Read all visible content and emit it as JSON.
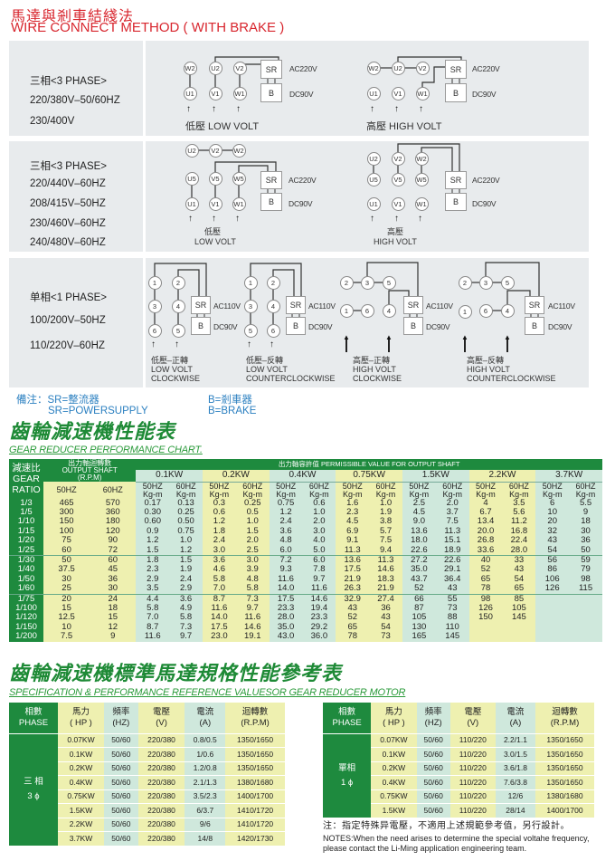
{
  "header": {
    "title_cn": "馬達與剎車結綫法",
    "title_en": "WIRE CONNECT METHOD ( WITH BRAKE )"
  },
  "sections": [
    {
      "labels": [
        "三相<3 PHASE>",
        "220/380V–50/60HZ",
        "230/400V"
      ]
    },
    {
      "labels": [
        "三相<3 PHASE>",
        "220/440V–60HZ",
        "208/415V–50HZ",
        "230/460V–60HZ",
        "240/480V–60HZ"
      ]
    },
    {
      "labels": [
        "单相<1 PHASE>",
        "100/200V–50HZ",
        "110/220V–60HZ"
      ]
    }
  ],
  "diagrams": [
    {
      "terminals": [
        "W2",
        "U2",
        "V2",
        "U1",
        "V1",
        "W1"
      ],
      "sr": "SR",
      "b": "B",
      "ac": "AC220V",
      "dc": "DC90V",
      "caption": [
        "低壓  LOW VOLT"
      ]
    },
    {
      "terminals": [
        "W2",
        "U2",
        "V2",
        "U1",
        "V1",
        "W1"
      ],
      "sr": "SR",
      "b": "B",
      "ac": "AC220V",
      "dc": "DC90V",
      "caption": [
        "高壓  HIGH VOLT"
      ]
    },
    {
      "terminals": [
        "U2",
        "V2",
        "W2",
        "U5",
        "V5",
        "W5",
        "U1",
        "V1",
        "W1"
      ],
      "sr": "SR",
      "b": "B",
      "ac": "AC220V",
      "dc": "DC90V",
      "caption": [
        "低壓",
        "LOW VOLT"
      ]
    },
    {
      "terminals": [
        "U2",
        "V2",
        "W2",
        "U5",
        "V5",
        "W5",
        "U1",
        "V1",
        "W1"
      ],
      "sr": "SR",
      "b": "B",
      "ac": "AC220V",
      "dc": "DC90V",
      "caption": [
        "高壓",
        "HIGH VOLT"
      ]
    },
    {
      "terminals": [
        "1",
        "3",
        "6",
        "2",
        "4",
        "5"
      ],
      "sr": "SR",
      "b": "B",
      "ac": "AC110V",
      "dc": "DC90V",
      "caption": [
        "低壓–正轉",
        "LOW VOLT",
        "CLOCKWISE"
      ]
    },
    {
      "terminals": [
        "1",
        "3",
        "5",
        "2",
        "4",
        "6"
      ],
      "sr": "SR",
      "b": "B",
      "ac": "AC110V",
      "dc": "DC90V",
      "caption": [
        "低壓–反轉",
        "LOW VOLT",
        "COUNTERCLOCKWISE"
      ]
    },
    {
      "terminals": [
        "2",
        "3",
        "5",
        "1",
        "6",
        "4"
      ],
      "sr": "SR",
      "b": "B",
      "ac": "AC110V",
      "dc": "DC90V",
      "caption": [
        "高壓–正轉",
        "HIGH VOLT",
        "CLOCKWISE"
      ]
    },
    {
      "terminals": [
        "2",
        "3",
        "5",
        "1",
        "6",
        "4"
      ],
      "sr": "SR",
      "b": "B",
      "ac": "AC110V",
      "dc": "DC90V",
      "caption": [
        "高壓–反轉",
        "HIGH VOLT",
        "COUNTERCLOCKWISE"
      ]
    }
  ],
  "notes": {
    "line1_a": "備注：SR=整流器",
    "line1_b": "B=剎車器",
    "line2_a": "SR=POWERSUPPLY",
    "line2_b": "B=BRAKE"
  },
  "perf": {
    "title_cn": "齒輪減速機性能表",
    "title_en": "GEAR REDUCER PERFORMANCE CHART.",
    "ratio_header": [
      "減速比",
      "GEAR",
      "RATIO"
    ],
    "rpm_header": [
      "出力軸迴轉數",
      "OUTPUT SHAFT",
      "(R.P.M)"
    ],
    "perm_header": "出力軸容許值 PERMISSIBLE VALUE FOR OUTPUT SHAFT",
    "powers": [
      "0.1KW",
      "0.2KW",
      "0.4KW",
      "0.75KW",
      "1.5KW",
      "2.2KW",
      "3.7KW"
    ],
    "hz": [
      "50HZ",
      "60HZ"
    ],
    "unit": "Kg-m",
    "rows": [
      [
        "1/3",
        "465",
        "570",
        "0.17",
        "0.13",
        "0.3",
        "0.25",
        "0.75",
        "0.6",
        "1.6",
        "1.0",
        "2.5",
        "2.0",
        "4",
        "3.5",
        "6",
        "5.5"
      ],
      [
        "1/5",
        "300",
        "360",
        "0.30",
        "0.25",
        "0.6",
        "0.5",
        "1.2",
        "1.0",
        "2.3",
        "1.9",
        "4.5",
        "3.7",
        "6.7",
        "5.6",
        "10",
        "9"
      ],
      [
        "1/10",
        "150",
        "180",
        "0.60",
        "0.50",
        "1.2",
        "1.0",
        "2.4",
        "2.0",
        "4.5",
        "3.8",
        "9.0",
        "7.5",
        "13.4",
        "11.2",
        "20",
        "18"
      ],
      [
        "1/15",
        "100",
        "120",
        "0.9",
        "0.75",
        "1.8",
        "1.5",
        "3.6",
        "3.0",
        "6.9",
        "5.7",
        "13.6",
        "11.3",
        "20.0",
        "16.8",
        "32",
        "30"
      ],
      [
        "1/20",
        "75",
        "90",
        "1.2",
        "1.0",
        "2.4",
        "2.0",
        "4.8",
        "4.0",
        "9.1",
        "7.5",
        "18.0",
        "15.1",
        "26.8",
        "22.4",
        "43",
        "36"
      ],
      [
        "1/25",
        "60",
        "72",
        "1.5",
        "1.2",
        "3.0",
        "2.5",
        "6.0",
        "5.0",
        "11.3",
        "9.4",
        "22.6",
        "18.9",
        "33.6",
        "28.0",
        "54",
        "50"
      ],
      [
        "1/30",
        "50",
        "60",
        "1.8",
        "1.5",
        "3.6",
        "3.0",
        "7.2",
        "6.0",
        "13.6",
        "11.3",
        "27.2",
        "22.6",
        "40",
        "33",
        "56",
        "59"
      ],
      [
        "1/40",
        "37.5",
        "45",
        "2.3",
        "1.9",
        "4.6",
        "3.9",
        "9.3",
        "7.8",
        "17.5",
        "14.6",
        "35.0",
        "29.1",
        "52",
        "43",
        "86",
        "79"
      ],
      [
        "1/50",
        "30",
        "36",
        "2.9",
        "2.4",
        "5.8",
        "4.8",
        "11.6",
        "9.7",
        "21.9",
        "18.3",
        "43.7",
        "36.4",
        "65",
        "54",
        "106",
        "98"
      ],
      [
        "1/60",
        "25",
        "30",
        "3.5",
        "2.9",
        "7.0",
        "5.8",
        "14.0",
        "11.6",
        "26.3",
        "21.9",
        "52",
        "43",
        "78",
        "65",
        "126",
        "115"
      ],
      [
        "1/75",
        "20",
        "24",
        "4.4",
        "3.6",
        "8.7",
        "7.3",
        "17.5",
        "14.6",
        "32.9",
        "27.4",
        "66",
        "55",
        "98",
        "85",
        "",
        ""
      ],
      [
        "1/100",
        "15",
        "18",
        "5.8",
        "4.9",
        "11.6",
        "9.7",
        "23.3",
        "19.4",
        "43",
        "36",
        "87",
        "73",
        "126",
        "105",
        "",
        ""
      ],
      [
        "1/120",
        "12.5",
        "15",
        "7.0",
        "5.8",
        "14.0",
        "11.6",
        "28.0",
        "23.3",
        "52",
        "43",
        "105",
        "88",
        "150",
        "145",
        "",
        ""
      ],
      [
        "1/150",
        "10",
        "12",
        "8.7",
        "7.3",
        "17.5",
        "14.6",
        "35.0",
        "29.2",
        "65",
        "54",
        "130",
        "110",
        "",
        "",
        "",
        ""
      ],
      [
        "1/200",
        "7.5",
        "9",
        "11.6",
        "9.7",
        "23.0",
        "19.1",
        "43.0",
        "36.0",
        "78",
        "73",
        "165",
        "145",
        "",
        "",
        "",
        ""
      ]
    ]
  },
  "spec": {
    "title_cn": "齒輪減速機標準馬達規格性能參考表",
    "title_en": "SPECIFICATION & PERFORMANCE REFERENCE VALUESOR GEAR REDUCER MOTOR",
    "headers": [
      [
        "相數",
        "PHASE"
      ],
      [
        "馬力",
        "( HP )"
      ],
      [
        "頻率",
        "(HZ)"
      ],
      [
        "電壓",
        "(V)"
      ],
      [
        "電流",
        "(A)"
      ],
      [
        "迴轉數",
        "(R.P.M)"
      ]
    ],
    "three_phase": {
      "phase": [
        "三 相",
        "3 ϕ"
      ],
      "rows": [
        [
          "0.07KW",
          "50/60",
          "220/380",
          "0.8/0.5",
          "1350/1650"
        ],
        [
          "0.1KW",
          "50/60",
          "220/380",
          "1/0.6",
          "1350/1650"
        ],
        [
          "0.2KW",
          "50/60",
          "220/380",
          "1.2/0.8",
          "1350/1650"
        ],
        [
          "0.4KW",
          "50/60",
          "220/380",
          "2.1/1.3",
          "1380/1680"
        ],
        [
          "0.75KW",
          "50/60",
          "220/380",
          "3.5/2.3",
          "1400/1700"
        ],
        [
          "1.5KW",
          "50/60",
          "220/380",
          "6/3.7",
          "1410/1720"
        ],
        [
          "2.2KW",
          "50/60",
          "220/380",
          "9/6",
          "1410/1720"
        ],
        [
          "3.7KW",
          "50/60",
          "220/380",
          "14/8",
          "1420/1730"
        ]
      ]
    },
    "single_phase": {
      "phase": [
        "單相",
        "1 ϕ"
      ],
      "rows": [
        [
          "0.07KW",
          "50/60",
          "110/220",
          "2.2/1.1",
          "1350/1650"
        ],
        [
          "0.1KW",
          "50/60",
          "110/220",
          "3.0/1.5",
          "1350/1650"
        ],
        [
          "0.2KW",
          "50/60",
          "110/220",
          "3.6/1.8",
          "1350/1650"
        ],
        [
          "0.4KW",
          "50/60",
          "110/220",
          "7.6/3.8",
          "1350/1650"
        ],
        [
          "0.75KW",
          "50/60",
          "110/220",
          "12/6",
          "1380/1680"
        ],
        [
          "1.5KW",
          "50/60",
          "110/220",
          "28/14",
          "1400/1700"
        ]
      ]
    },
    "note_cn": "注：指定特殊异電壓，不適用上述規範參考值，另行設計。",
    "note_en_1": "NOTES:When the need arises to determine the special voltahe frequency,",
    "note_en_2": "please contact the Li-Ming application engineering team."
  },
  "colors": {
    "title_red": "#d8262e",
    "green": "#1e8a3e",
    "yellow": "#eef0b0",
    "teal": "#cfe8dc",
    "note_blue": "#2a7fc0"
  }
}
